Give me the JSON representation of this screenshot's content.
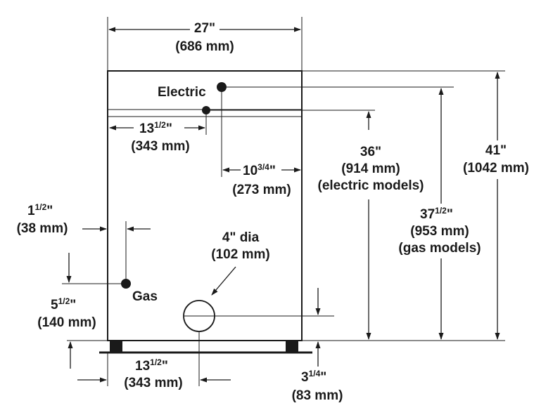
{
  "width": {
    "imperial": "27\"",
    "metric": "(686 mm)"
  },
  "electric_label": "Electric",
  "gas_label": "Gas",
  "elec_offset": {
    "whole": "13",
    "frac": "1/2",
    "unit": "\"",
    "metric": "(343 mm)"
  },
  "elec_depth": {
    "whole": "10",
    "frac": "3/4",
    "unit": "\"",
    "metric": "(273 mm)"
  },
  "height_electric": {
    "imperial": "36\"",
    "metric": "(914 mm)",
    "note": "(electric models)"
  },
  "height_gas": {
    "whole": "37",
    "frac": "1/2",
    "unit": "\"",
    "metric": "(953 mm)",
    "note": "(gas models)"
  },
  "height_total": {
    "imperial": "41\"",
    "metric": "(1042 mm)"
  },
  "gas_side": {
    "whole": "1",
    "frac": "1/2",
    "unit": "\"",
    "metric": "(38 mm)"
  },
  "vent": {
    "size": "4\" dia",
    "metric": "(102 mm)"
  },
  "gas_height": {
    "whole": "5",
    "frac": "1/2",
    "unit": "\"",
    "metric": "(140 mm)"
  },
  "vent_offset": {
    "whole": "13",
    "frac": "1/2",
    "unit": "\"",
    "metric": "(343 mm)"
  },
  "vent_height": {
    "whole": "3",
    "frac": "1/4",
    "unit": "\"",
    "metric": "(83 mm)"
  }
}
